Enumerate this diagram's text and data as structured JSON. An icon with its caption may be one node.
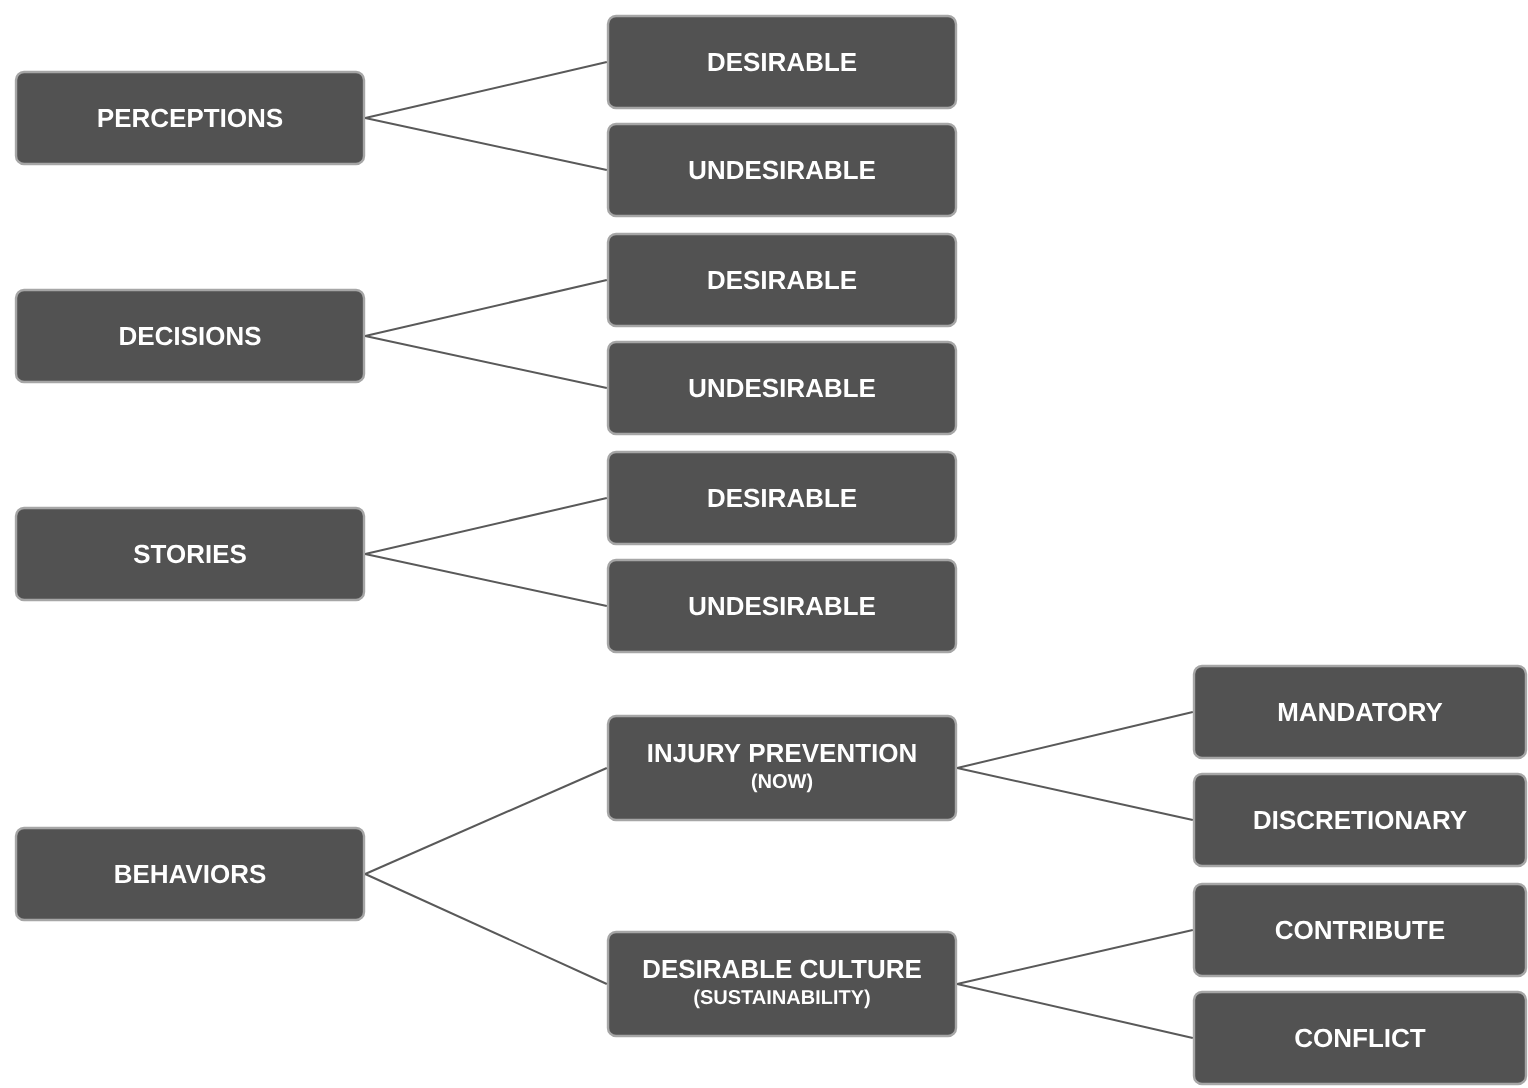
{
  "diagram": {
    "nodes": [
      {
        "text": [
          "PERCEPTIONS"
        ]
      },
      {
        "text": [
          "DESIRABLE"
        ]
      },
      {
        "text": [
          "UNDESIRABLE"
        ]
      },
      {
        "text": [
          "DECISIONS"
        ]
      },
      {
        "text": [
          "DESIRABLE"
        ]
      },
      {
        "text": [
          "UNDESIRABLE"
        ]
      },
      {
        "text": [
          "STORIES"
        ]
      },
      {
        "text": [
          "DESIRABLE"
        ]
      },
      {
        "text": [
          "UNDESIRABLE"
        ]
      },
      {
        "text": [
          "BEHAVIORS"
        ]
      },
      {
        "text": [
          "INJURY PREVENTION",
          "(NOW)"
        ]
      },
      {
        "text": [
          "MANDATORY"
        ]
      },
      {
        "text": [
          "DISCRETIONARY"
        ]
      },
      {
        "text": [
          "DESIRABLE CULTURE",
          "(SUSTAINABILITY)"
        ]
      },
      {
        "text": [
          "CONTRIBUTE"
        ]
      },
      {
        "text": [
          "CONFLICT"
        ]
      }
    ],
    "edges": [
      {
        "from": 0,
        "to": 1,
        "arrow": "none"
      },
      {
        "from": 0,
        "to": 2,
        "arrow": "none"
      },
      {
        "from": 3,
        "to": 4,
        "arrow": "none"
      },
      {
        "from": 3,
        "to": 5,
        "arrow": "none"
      },
      {
        "from": 6,
        "to": 7,
        "arrow": "none"
      },
      {
        "from": 6,
        "to": 8,
        "arrow": "none"
      },
      {
        "from": 9,
        "to": 10,
        "arrow": "none"
      },
      {
        "from": 9,
        "to": 13,
        "arrow": "none"
      },
      {
        "from": 10,
        "to": 11,
        "arrow": "none"
      },
      {
        "from": 10,
        "to": 12,
        "arrow": "none"
      },
      {
        "from": 13,
        "to": 14,
        "arrow": "none"
      },
      {
        "from": 13,
        "to": 15,
        "arrow": "none"
      }
    ]
  }
}
